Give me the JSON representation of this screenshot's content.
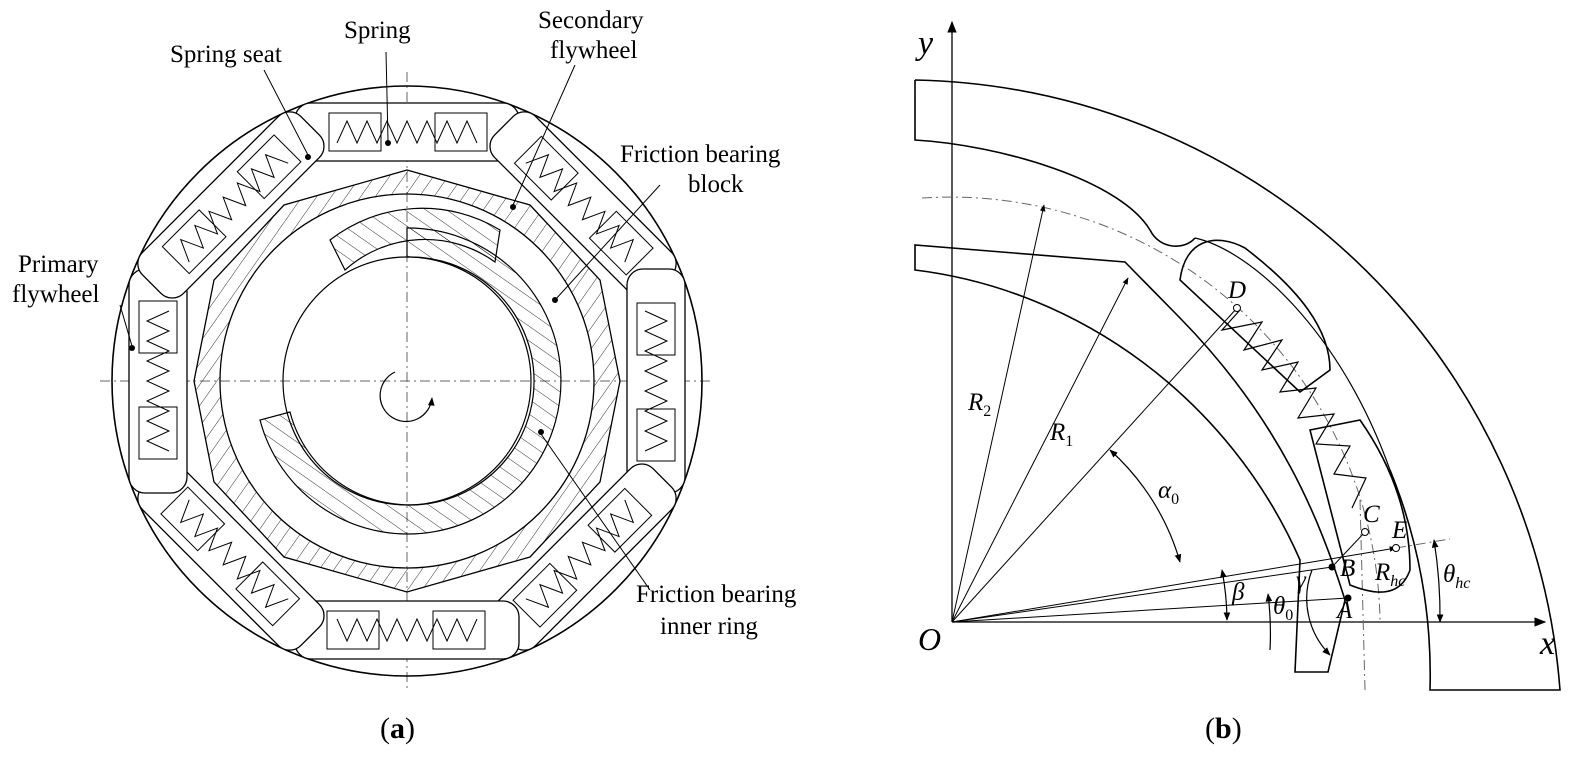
{
  "figure": {
    "panel_a": {
      "caption_open": "(",
      "caption_letter": "a",
      "caption_close": ")",
      "labels": {
        "spring": "Spring",
        "spring_seat": "Spring seat",
        "secondary_line1": "Secondary",
        "secondary_line2": "flywheel",
        "fbb_line1": "Friction bearing",
        "fbb_line2": "block",
        "primary_line1": "Primary",
        "primary_line2": "flywheel",
        "fbir_line1": "Friction bearing",
        "fbir_line2": "inner ring"
      }
    },
    "panel_b": {
      "caption_open": "(",
      "caption_letter": "b",
      "caption_close": ")",
      "axes": {
        "x": "x",
        "y": "y",
        "origin": "O"
      },
      "points": {
        "A": "A",
        "B": "B",
        "C": "C",
        "D": "D",
        "E": "E"
      },
      "symbols": {
        "R1": "R",
        "R1_sub": "1",
        "R2": "R",
        "R2_sub": "2",
        "alpha0": "α",
        "alpha0_sub": "0",
        "beta": "β",
        "gamma": "γ",
        "theta0": "θ",
        "theta0_sub": "0",
        "Rhc": "R",
        "Rhc_sub": "hc",
        "thetahc": "θ",
        "thetahc_sub": "hc"
      }
    }
  }
}
